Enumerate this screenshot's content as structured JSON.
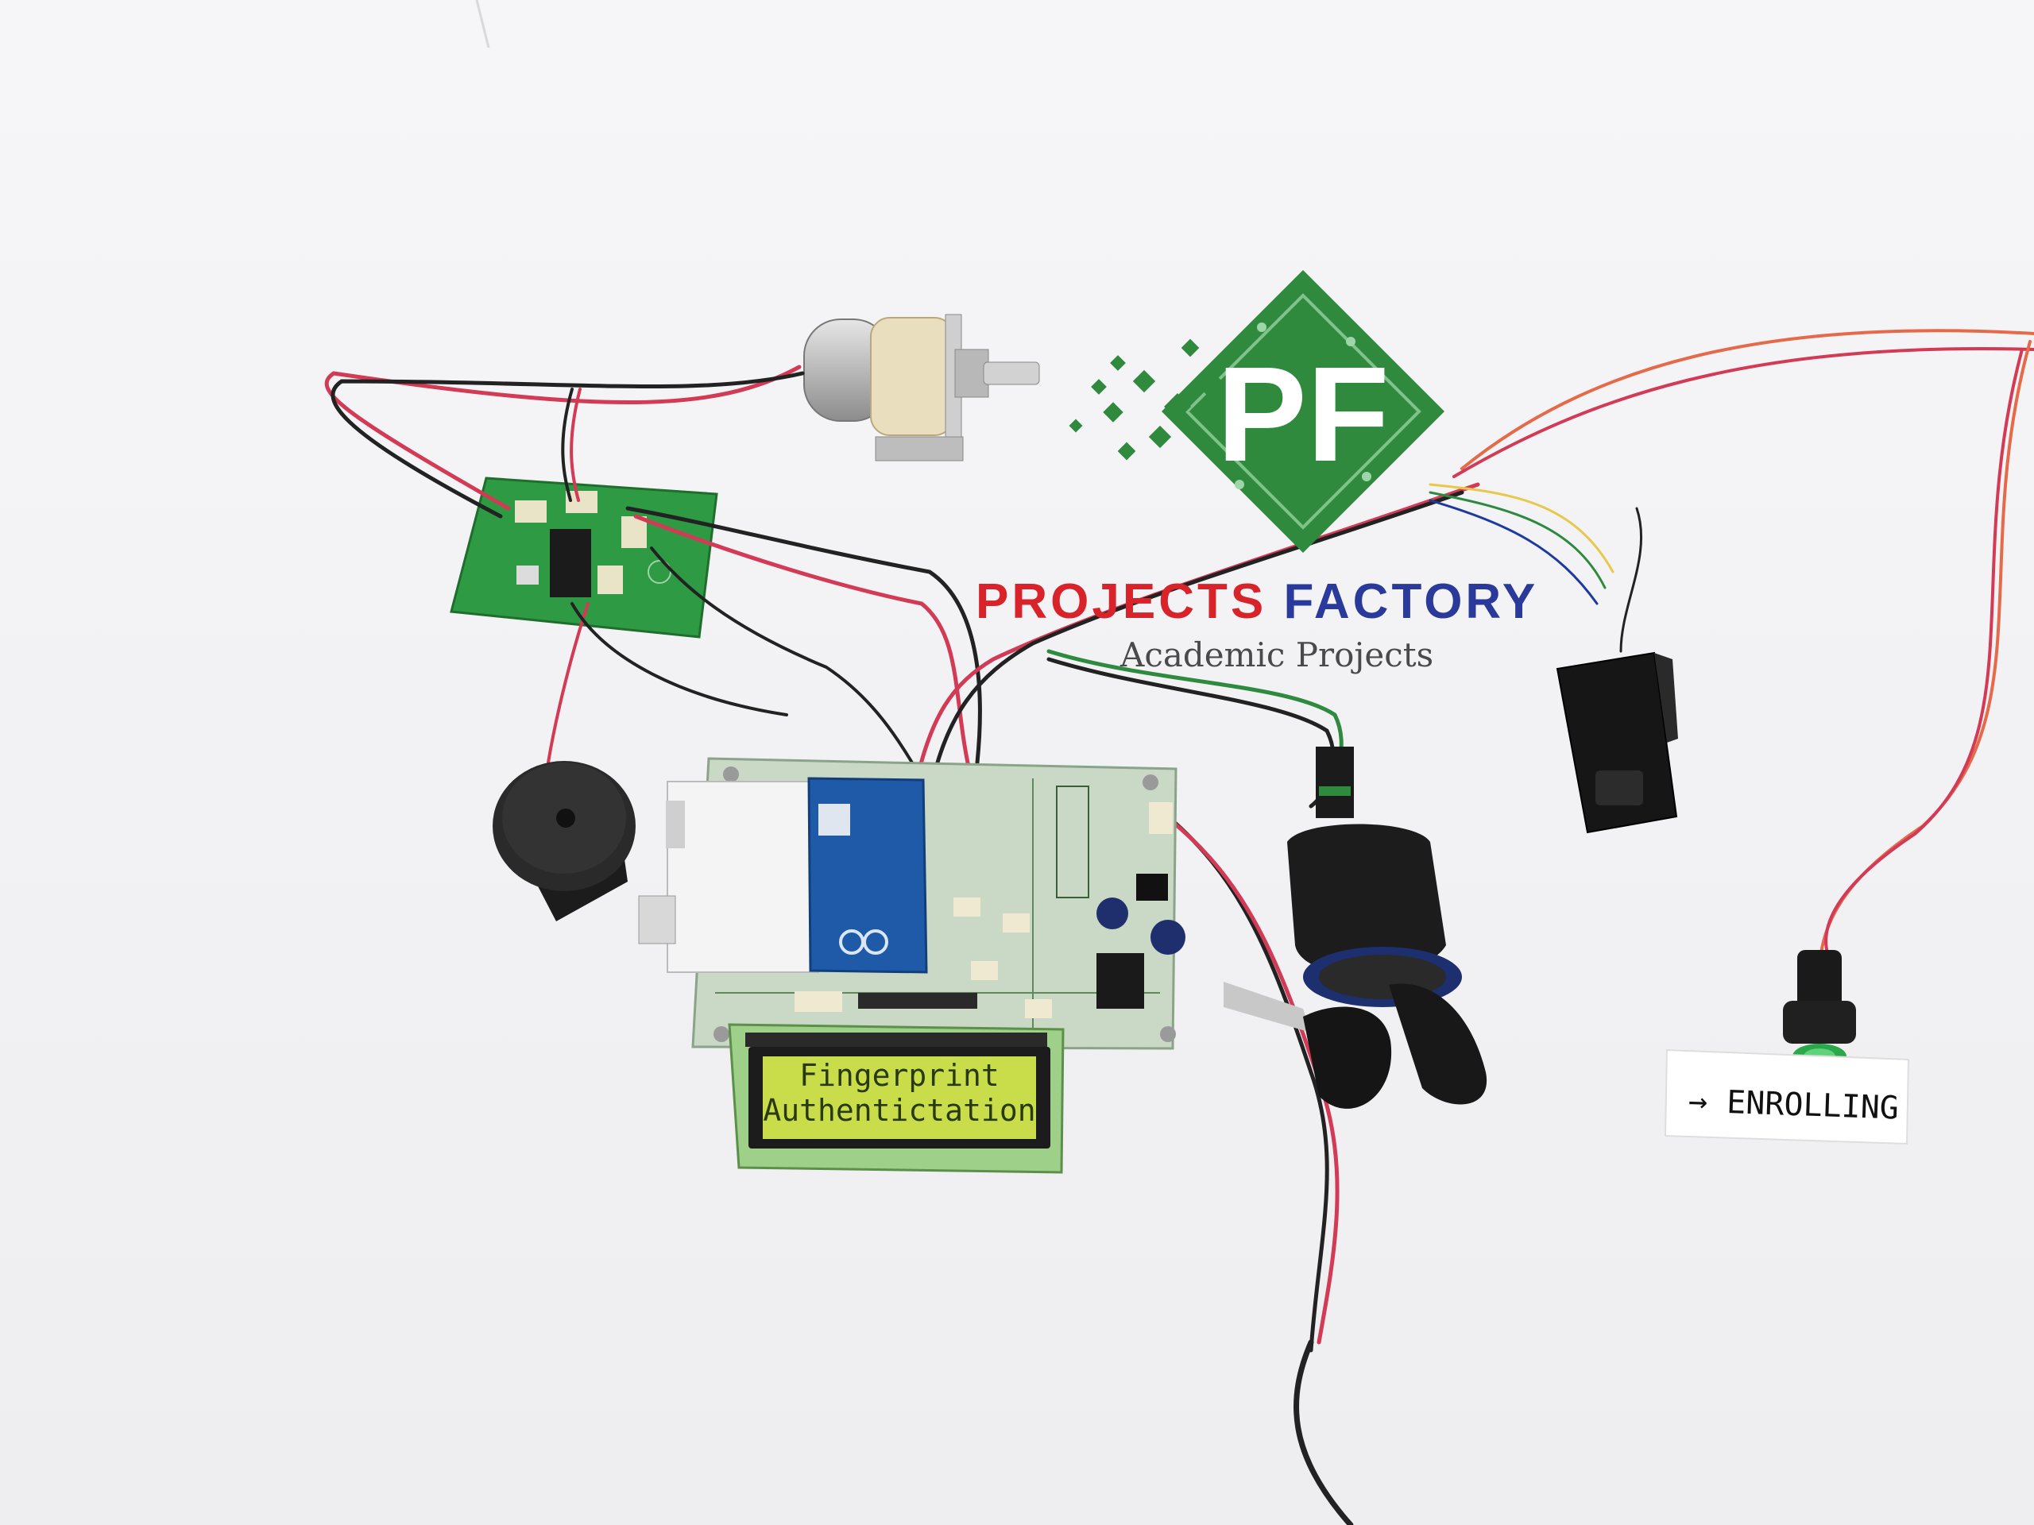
{
  "lcd": {
    "line1": "Fingerprint",
    "line2": "Authentictation"
  },
  "watermark": {
    "logo_text": "PF",
    "brand_part1": "PROJECTS",
    "brand_part2": "FACTORY",
    "tagline": "Academic Projects"
  },
  "note_card": {
    "text": "→ ENROLLING"
  },
  "colors": {
    "background": "#f3f3f5",
    "pcb_green": "#2e9a43",
    "arduino_blue": "#1e5aa8",
    "lcd_backlight": "#c9dc4a",
    "brand_red": "#d8232a",
    "brand_blue": "#2a3a9a",
    "logo_green": "#2f8a3e"
  }
}
